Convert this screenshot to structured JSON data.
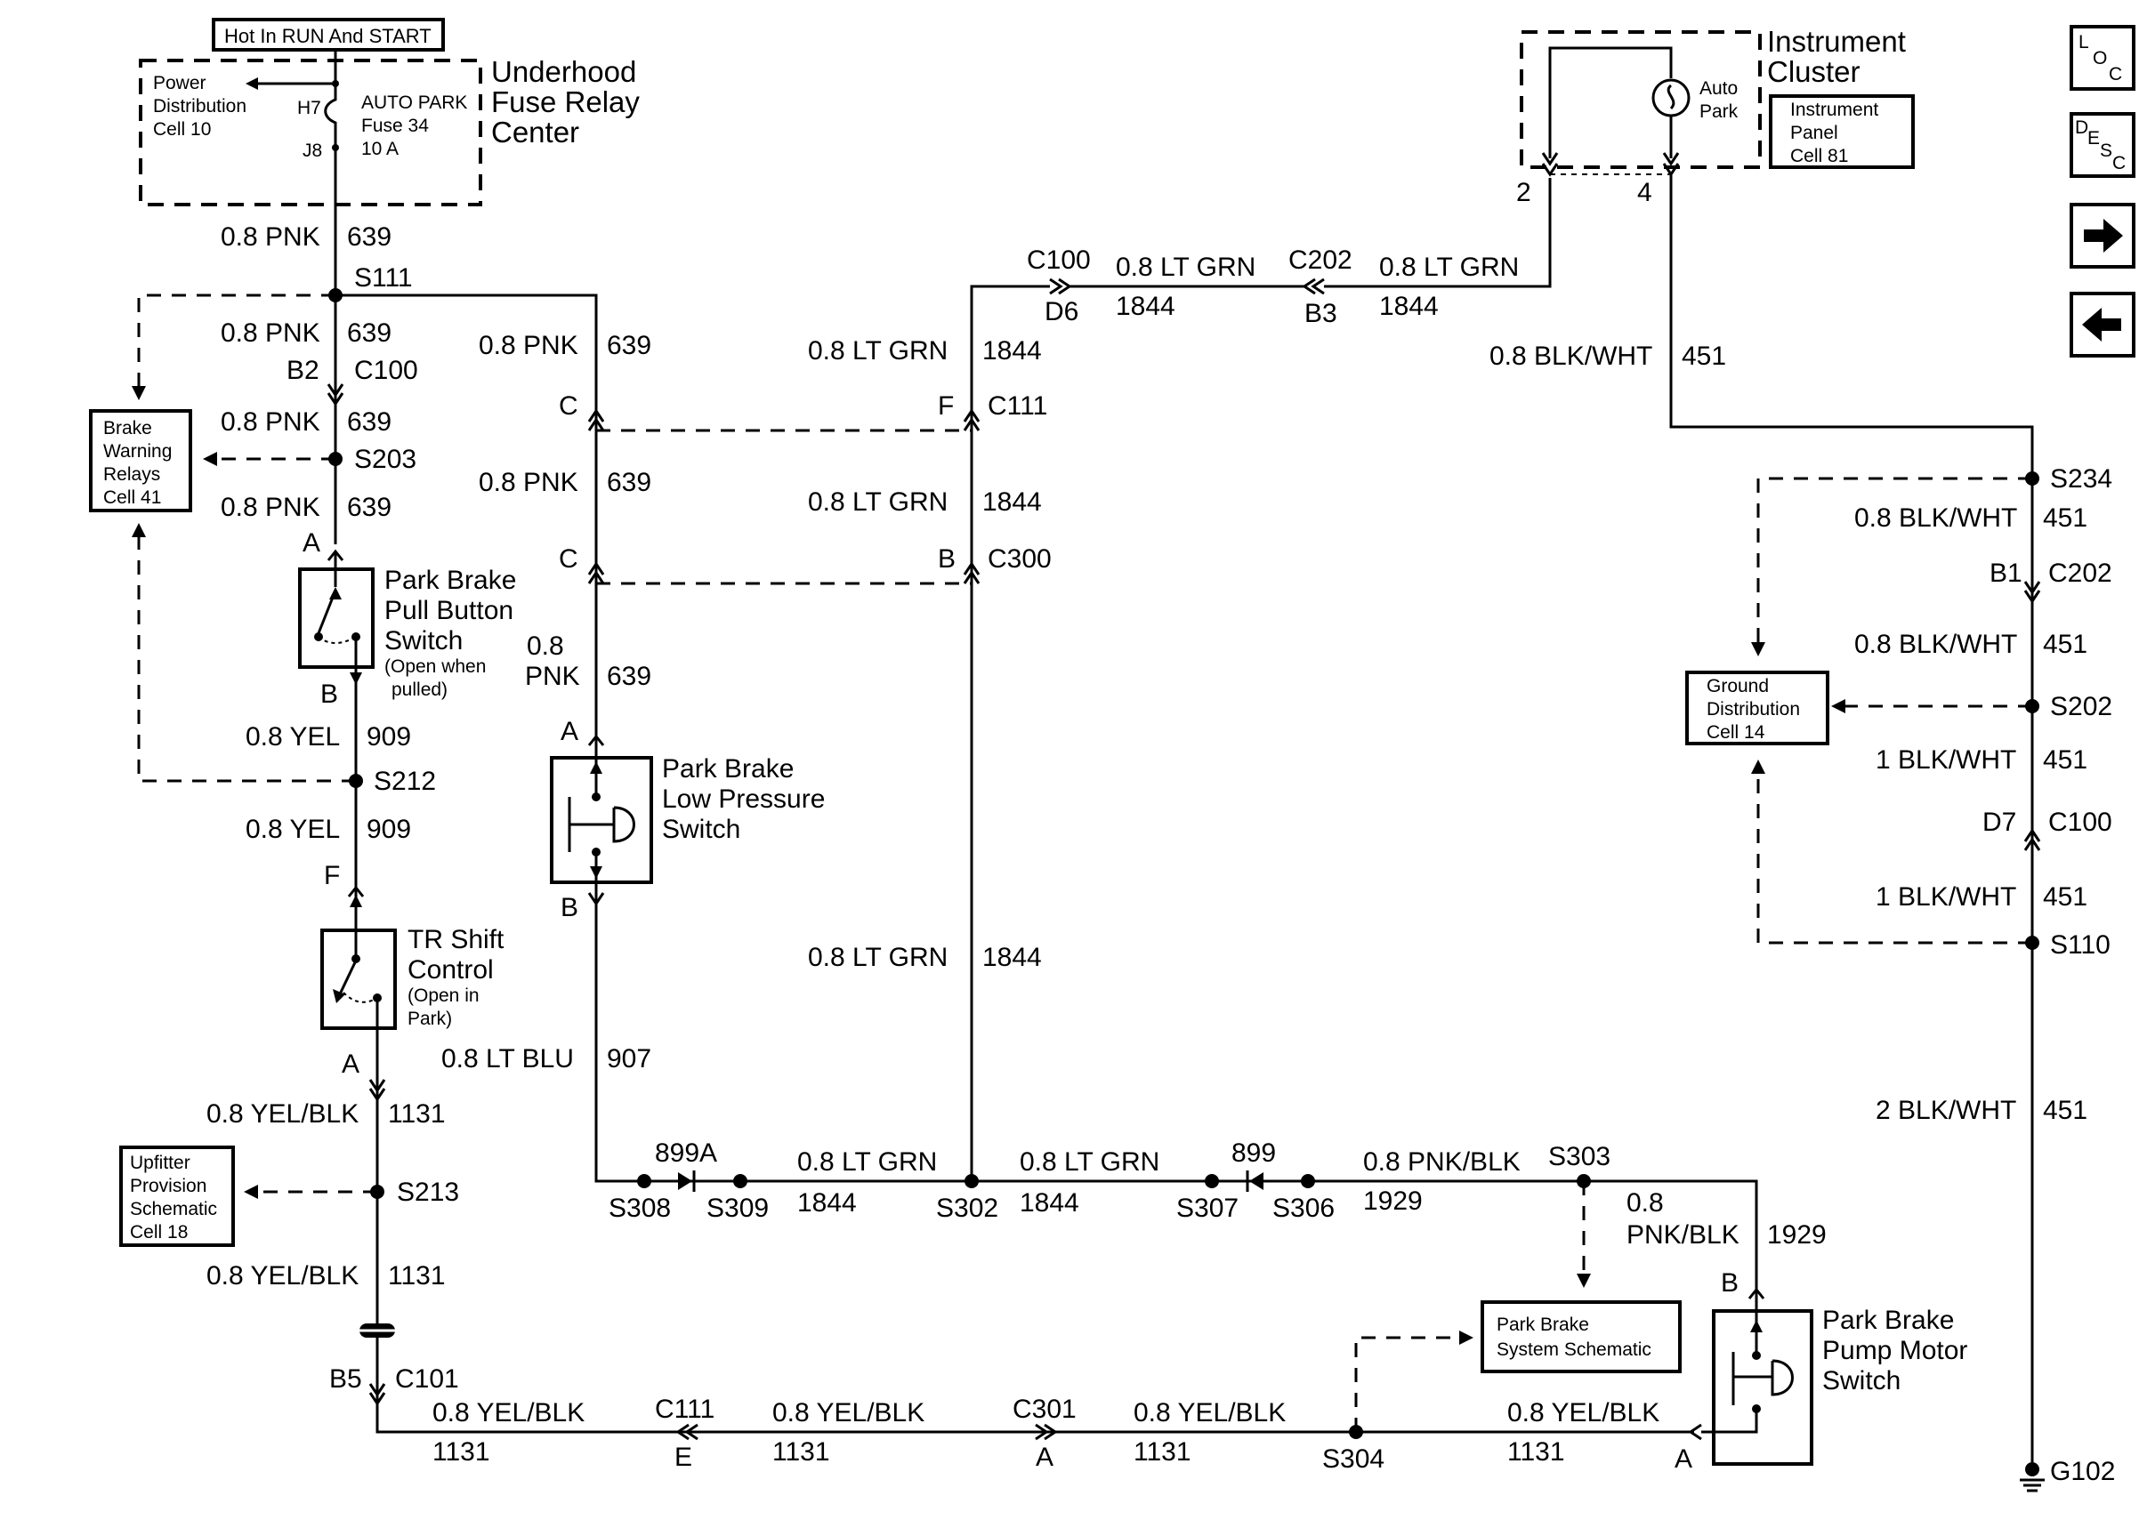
{
  "header": {
    "hot_in": "Hot In RUN And START"
  },
  "fuse_center": {
    "title_lines": [
      "Underhood",
      "Fuse Relay",
      "Center"
    ],
    "pdc_lines": [
      "Power",
      "Distribution",
      "Cell 10"
    ],
    "fuse_lines": [
      "AUTO PARK",
      "Fuse 34",
      "10 A"
    ],
    "pin_top": "H7",
    "pin_bottom": "J8"
  },
  "instrument_cluster": {
    "title_lines": [
      "Instrument",
      "Cluster"
    ],
    "lamp_lines": [
      "Auto",
      "Park"
    ],
    "ref_lines": [
      "Instrument",
      "Panel",
      "Cell 81"
    ],
    "pin_left": "2",
    "pin_right": "4"
  },
  "nav": {
    "loc_L": "L",
    "loc_O": "O",
    "loc_C": "C",
    "desc_D": "D",
    "desc_E": "E",
    "desc_S": "S",
    "desc_C": "C"
  },
  "refs": {
    "brake_warning": [
      "Brake",
      "Warning",
      "Relays",
      "Cell 41"
    ],
    "upfitter": [
      "Upfitter",
      "Provision",
      "Schematic",
      "Cell 18"
    ],
    "ground_dist": [
      "Ground",
      "Distribution",
      "Cell 14"
    ],
    "park_brake_system": [
      "Park Brake",
      "System Schematic"
    ]
  },
  "components": {
    "pull_switch_lines": [
      "Park Brake",
      "Pull Button",
      "Switch"
    ],
    "pull_switch_note": [
      "(Open when",
      "pulled)"
    ],
    "low_pressure_lines": [
      "Park Brake",
      "Low Pressure",
      "Switch"
    ],
    "tr_shift_lines": [
      "TR Shift",
      "Control"
    ],
    "tr_shift_note": [
      "(Open in",
      "Park)"
    ],
    "pump_motor_lines": [
      "Park Brake",
      "Pump Motor",
      "Switch"
    ]
  },
  "labels": {
    "w639_a": [
      "0.8 PNK",
      "639"
    ],
    "s111": "S111",
    "w639_b": [
      "0.8 PNK",
      "639"
    ],
    "b2": "B2",
    "c100_a": "C100",
    "w639_c": [
      "0.8 PNK",
      "639"
    ],
    "s203": "S203",
    "w639_d": [
      "0.8 PNK",
      "639"
    ],
    "pin_a1": "A",
    "pin_b1": "B",
    "w909_a": [
      "0.8 YEL",
      "909"
    ],
    "s212": "S212",
    "w909_b": [
      "0.8 YEL",
      "909"
    ],
    "pin_f": "F",
    "pin_a2": "A",
    "w1131_a": [
      "0.8 YEL/BLK",
      "1131"
    ],
    "s213": "S213",
    "w1131_b": [
      "0.8 YEL/BLK",
      "1131"
    ],
    "b5": "B5",
    "c101": "C101",
    "w639_e": [
      "0.8 PNK",
      "639"
    ],
    "pin_c1": "C",
    "pin_c2": "C",
    "w639_f": [
      "0.8 PNK",
      "639"
    ],
    "w639_g": [
      "0.8",
      "PNK",
      "639"
    ],
    "pin_a3": "A",
    "pin_b3": "B",
    "w907": [
      "0.8 LT BLU",
      "907"
    ],
    "c100_b": "C100",
    "d6": "D6",
    "w1844_a": [
      "0.8 LT GRN",
      "1844"
    ],
    "c202_a": "C202",
    "b3": "B3",
    "w1844_b": [
      "0.8 LT GRN",
      "1844"
    ],
    "w1844_c": [
      "0.8 LT GRN",
      "1844"
    ],
    "pin_f2": "F",
    "c111_a": "C111",
    "w1844_d": [
      "0.8 LT GRN",
      "1844"
    ],
    "pin_b4": "B",
    "c300": "C300",
    "w1844_e": [
      "0.8 LT GRN",
      "1844"
    ],
    "s308": "S308",
    "d899a": "899A",
    "s309": "S309",
    "w1844_f": [
      "0.8 LT GRN",
      "1844"
    ],
    "s302": "S302",
    "w1844_g": [
      "0.8 LT GRN",
      "1844"
    ],
    "s307": "S307",
    "d899": "899",
    "s306": "S306",
    "w1929_a": [
      "0.8 PNK/BLK",
      "1929"
    ],
    "s303": "S303",
    "w1929_b": [
      "0.8",
      "PNK/BLK",
      "1929"
    ],
    "pin_b5": "B",
    "pin_a5": "A",
    "w1131_c": [
      "0.8 YEL/BLK",
      "1131"
    ],
    "c111_b": "C111",
    "pin_e": "E",
    "w1131_d": [
      "0.8 YEL/BLK",
      "1131"
    ],
    "c301": "C301",
    "pin_a6": "A",
    "w1131_e": [
      "0.8 YEL/BLK",
      "1131"
    ],
    "s304": "S304",
    "w1131_f": [
      "0.8 YEL/BLK",
      "1131"
    ],
    "w451_a": [
      "0.8 BLK/WHT",
      "451"
    ],
    "s234": "S234",
    "w451_b": [
      "0.8 BLK/WHT",
      "451"
    ],
    "b1": "B1",
    "c202_b": "C202",
    "w451_c": [
      "0.8 BLK/WHT",
      "451"
    ],
    "s202": "S202",
    "w451_d": [
      "1 BLK/WHT",
      "451"
    ],
    "d7": "D7",
    "c100_c": "C100",
    "w451_e": [
      "1 BLK/WHT",
      "451"
    ],
    "s110": "S110",
    "w451_f": [
      "2 BLK/WHT",
      "451"
    ],
    "g102": "G102"
  }
}
